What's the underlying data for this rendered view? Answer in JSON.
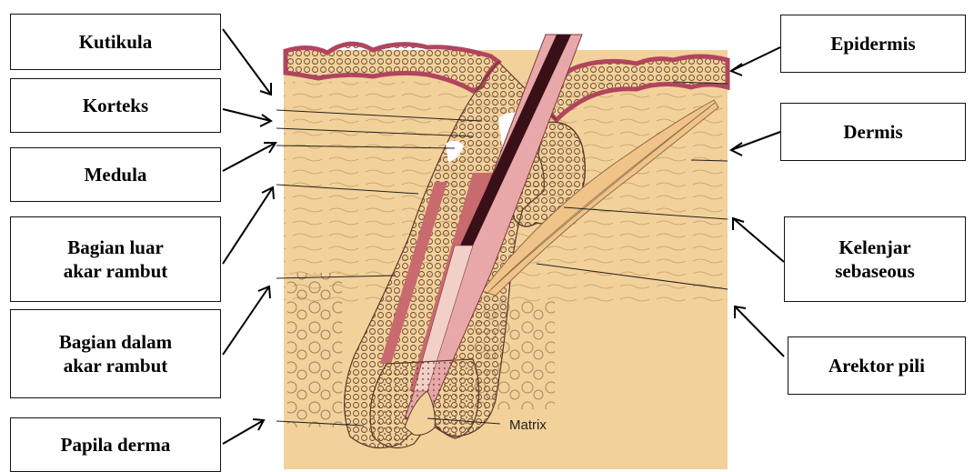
{
  "labels": {
    "left": {
      "kutikula": "Kutikula",
      "korteks": "Korteks",
      "medula": "Medula",
      "bagian_luar": "Bagian  luar\nakar rambut",
      "bagian_dalam": "Bagian dalam\nakar rambut",
      "papila_derma": "Papila derma"
    },
    "right": {
      "epidermis": "Epidermis",
      "dermis": "Dermis",
      "kelenjar_sebaseous": "Kelenjar\nsebaseous",
      "arektor_pili": "Arektor pili"
    },
    "figure_annotation": "Matrix"
  },
  "colors": {
    "dermis_fill": "#f3d19a",
    "epidermis_rim": "#b1455e",
    "follicle_sheath": "#c96a6e",
    "hair_shaft_dark": "#3a1018",
    "hair_shaft_pink": "#e8a7a8",
    "cell_outline": "#6b4a3a"
  }
}
